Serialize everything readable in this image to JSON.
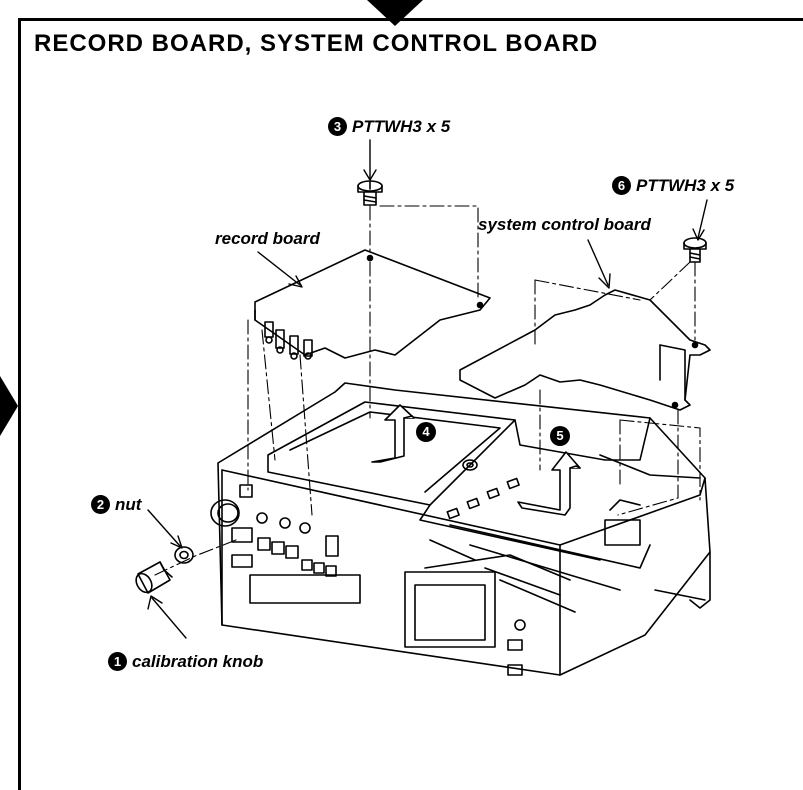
{
  "title": "RECORD BOARD, SYSTEM CONTROL BOARD",
  "callouts": {
    "screw_record": {
      "number": "3",
      "text": "PTTWH3 x 5"
    },
    "screw_system": {
      "number": "6",
      "text": "PTTWH3 x 5"
    },
    "nut": {
      "number": "2",
      "text": "nut"
    },
    "knob": {
      "number": "1",
      "text": "calibration knob"
    }
  },
  "labels": {
    "record_board": "record board",
    "system_control_board": "system control board"
  },
  "steps": {
    "lift_record_board": "4",
    "lift_system_board": "5"
  }
}
